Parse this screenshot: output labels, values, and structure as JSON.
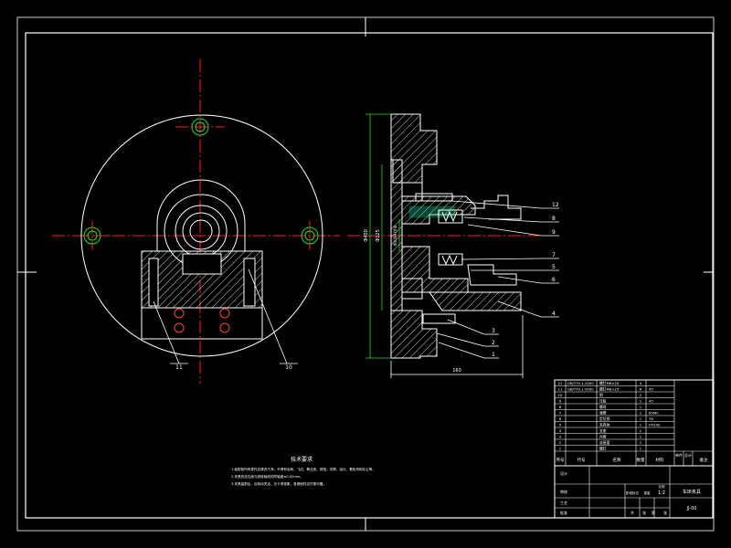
{
  "colors": {
    "background": "#000000",
    "line": "#ffffff",
    "centerline": "#ff2020",
    "dimension": "#22dd22",
    "hatch": "#ffffff",
    "text": "#ffffff",
    "leader": "#ff4040",
    "tag": "#ff40ff"
  },
  "front_view": {
    "part_numbers": [
      "11",
      "10"
    ]
  },
  "side_view": {
    "part_numbers": [
      "12",
      "8",
      "9",
      "7",
      "5",
      "6",
      "4",
      "3",
      "2",
      "1"
    ],
    "dims": {
      "outer_dia": "Φ400",
      "inner_dia": "Φ125",
      "bore_dia": "Φ100H7/h6",
      "length": "160"
    }
  },
  "notes": {
    "title": "技术要求",
    "lines": [
      "1.装配前所有零件应清洗干净，不得有毛刺、飞边、氧化皮、锈蚀、切屑、油污、着色剂和灰尘等。",
      "2.夹具的定位面与回转轴线的同轴度≤0.02mm。",
      "3.夹具装配后，应转动灵活，无卡滞现象，各紧固件应拧紧可靠。"
    ]
  },
  "title_block": {
    "bom_rows": [
      {
        "no": "12",
        "name": "螺钉M6×20",
        "spec": "GB/T70.1-2000",
        "qty": "4",
        "material": ""
      },
      {
        "no": "11",
        "name": "螺钉M8×25",
        "spec": "GB/T70.1-2000",
        "qty": "6",
        "material": "45"
      },
      {
        "no": "10",
        "name": "销",
        "spec": "",
        "qty": "2",
        "material": ""
      },
      {
        "no": "9",
        "name": "压板",
        "spec": "",
        "qty": "1",
        "material": "45"
      },
      {
        "no": "8",
        "name": "螺母",
        "spec": "",
        "qty": "1",
        "material": ""
      },
      {
        "no": "7",
        "name": "弹簧",
        "spec": "",
        "qty": "1",
        "material": "65Mn"
      },
      {
        "no": "6",
        "name": "定位销",
        "spec": "",
        "qty": "1",
        "material": "T8"
      },
      {
        "no": "5",
        "name": "夹具体",
        "spec": "",
        "qty": "1",
        "material": "HT200"
      },
      {
        "no": "4",
        "name": "支座",
        "spec": "",
        "qty": "1",
        "material": ""
      },
      {
        "no": "3",
        "name": "衬套",
        "spec": "",
        "qty": "1",
        "material": ""
      },
      {
        "no": "2",
        "name": "连接盘",
        "spec": "",
        "qty": "1",
        "material": ""
      },
      {
        "no": "1",
        "name": "螺钉",
        "spec": "",
        "qty": "1",
        "material": ""
      }
    ],
    "bom_header": {
      "no": "序号",
      "code": "代号",
      "name": "名称",
      "qty": "数量",
      "material": "材料",
      "weight": "单件",
      "total": "总计",
      "note": "备注"
    },
    "drawing_name": "车床夹具",
    "drawing_no": "JJ-00",
    "scale": "1:2",
    "signoff": [
      "设计",
      "审核",
      "工艺",
      "批准"
    ],
    "stage_labels": [
      "阶段标记",
      "重量",
      "比例"
    ],
    "sheet": [
      "共",
      "张",
      "第",
      "张"
    ]
  }
}
